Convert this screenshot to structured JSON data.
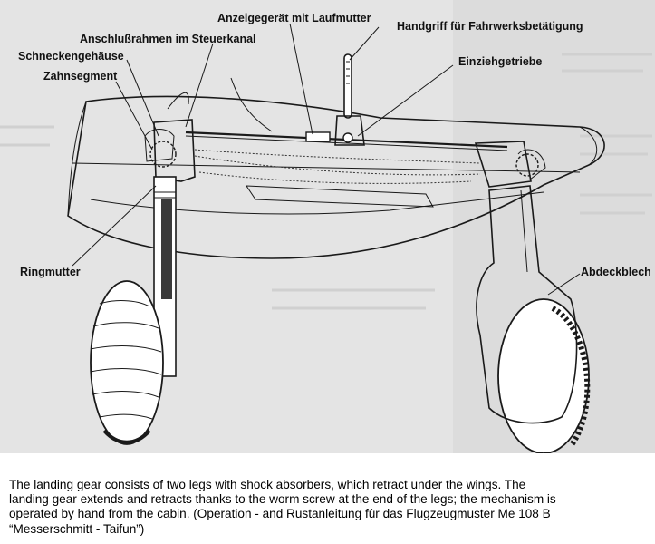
{
  "figure": {
    "labels": {
      "anzeigegeraet": "Anzeigegerät mit Laufmutter",
      "handgriff": "Handgriff für Fahrwerksbetätigung",
      "anschlussrahmen": "Anschlußrahmen im Steuerkanal",
      "schneckengehaeuse": "Schneckengehäuse",
      "zahnsegment": "Zahnsegment",
      "einziehgetriebe": "Einziehgetriebe",
      "ringmutter": "Ringmutter",
      "abdeckblech": "Abdeckblech"
    },
    "colors": {
      "paper": "#e4e4e4",
      "ink": "#1a1a1a"
    }
  },
  "caption": {
    "lines": [
      "The landing gear consists of two legs with shock absorbers, which retract under the wings. The",
      "landing gear extends and retracts thanks to the worm screw at the end of the legs; the mechanism is",
      "operated by hand from the cabin. (Operation - and Rustanleitung fùr das Flugzeugmuster Me 108 B",
      "“Messerschmitt - Taifun”)"
    ]
  }
}
